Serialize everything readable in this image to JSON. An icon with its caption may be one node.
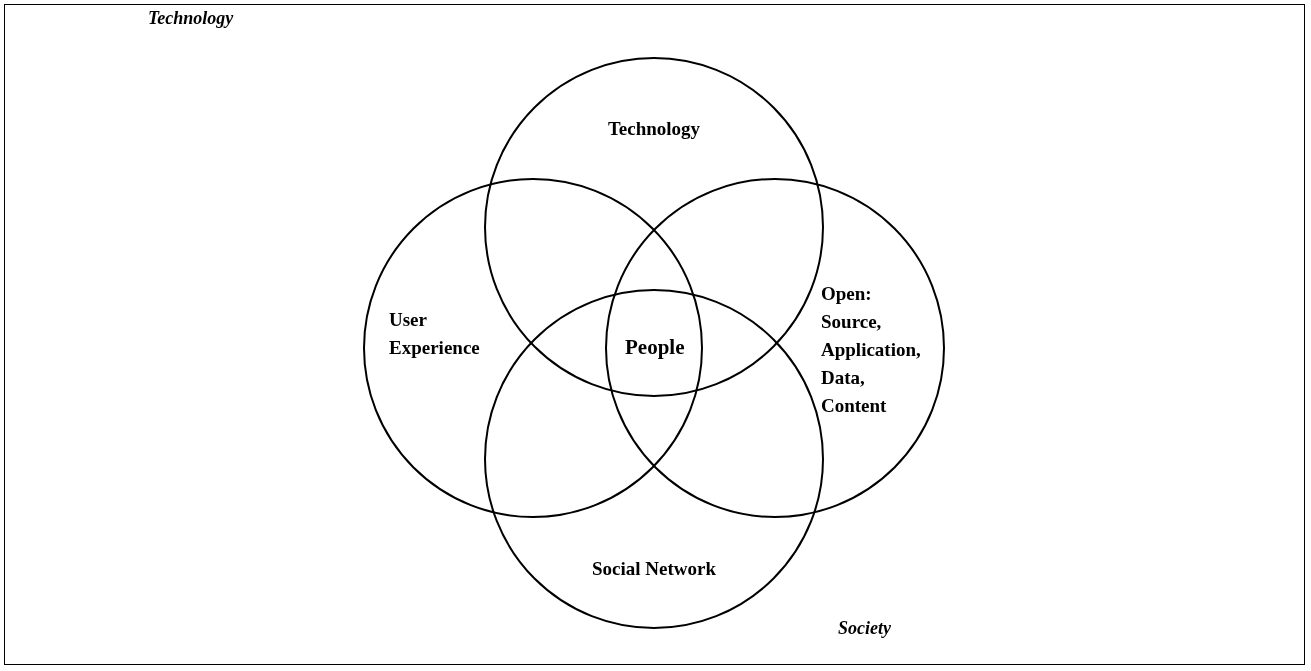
{
  "diagram": {
    "nodes": [
      {
        "text": [
          "Technology"
        ]
      },
      {
        "text": [
          "User Experience"
        ]
      },
      {
        "text": [
          "Open: Source, Application, Data, Content"
        ]
      },
      {
        "text": [
          "Social Network"
        ]
      }
    ],
    "labels": [
      "Technology",
      "People",
      "Society"
    ]
  }
}
